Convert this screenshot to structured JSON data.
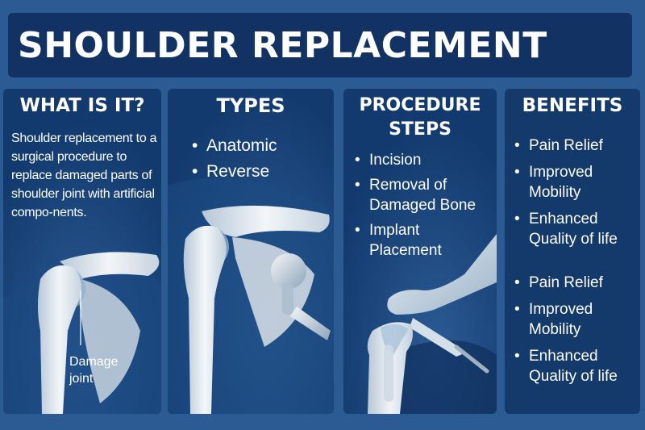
{
  "title": "SHOULDER REPLACEMENT",
  "panels": {
    "what": {
      "heading": "WHAT IS IT?",
      "description": "Shoulder replacement to a surgical procedure to replace damaged parts of shoulder joint with artificial compo-nents.",
      "callout_line1": "Damage",
      "callout_line2": "joint"
    },
    "types": {
      "heading": "TYPES",
      "items": [
        "Anatomic",
        "Reverse"
      ]
    },
    "procedure": {
      "heading_line1": "PROCEDURE",
      "heading_line2": "STEPS",
      "items": [
        [
          "Incision"
        ],
        [
          "Removal of",
          "Damaged Bone"
        ],
        [
          "Implant",
          "Placement"
        ]
      ]
    },
    "benefits": {
      "heading": "BENEFITS",
      "group1": [
        [
          "Pain Relief"
        ],
        [
          "Improved",
          "Mobility"
        ],
        [
          "Enhanced",
          "Quality of life"
        ]
      ],
      "group2": [
        [
          "Pain Relief"
        ],
        [
          "Improved",
          "Mobility"
        ],
        [
          "Enhanced",
          "Quality of life"
        ]
      ]
    }
  },
  "colors": {
    "background": "#2c5a92",
    "title_bar": "#123263",
    "panel": "#123a6e",
    "bone": "#e9eef3",
    "text": "#ffffff"
  }
}
